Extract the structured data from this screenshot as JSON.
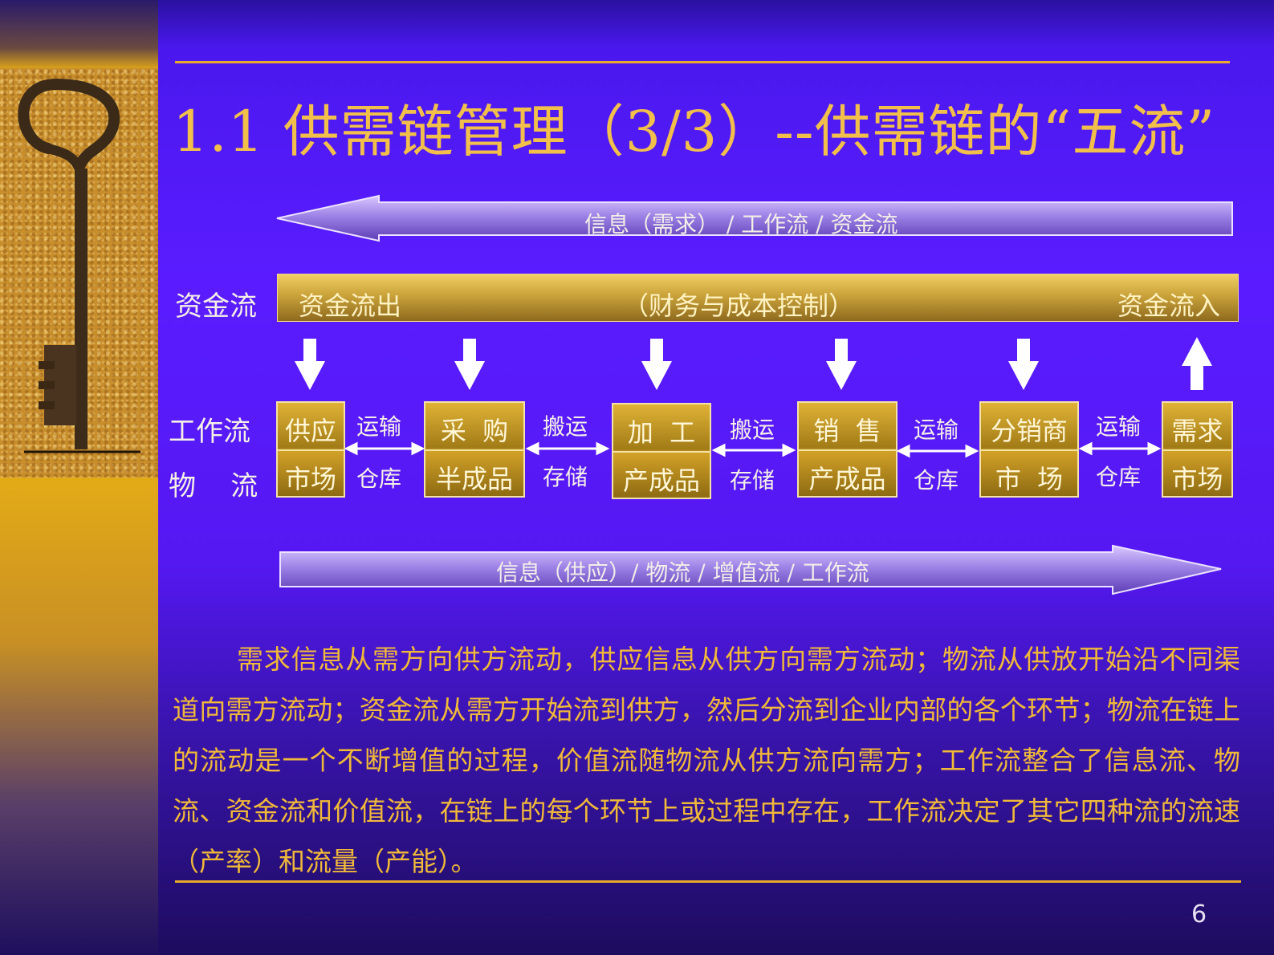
{
  "title": "1.1  供需链管理（3/3）--供需链的“五流”",
  "top_flow": "信息（需求） / 工作流   /   资金流",
  "bottom_flow": "信息（供应）/ 物流  / 增值流  / 工作流",
  "finance_band": {
    "row_label": "资金流",
    "left": "资金流出",
    "center": "（财务与成本控制）",
    "right": "资金流入"
  },
  "row_labels": {
    "work": "工作流",
    "logistics": "物    流"
  },
  "boxes": [
    {
      "top": "供应",
      "bottom": "市场"
    },
    {
      "top": "采  购",
      "bottom": "半成品"
    },
    {
      "top": "加  工",
      "bottom": "产成品"
    },
    {
      "top": "销  售",
      "bottom": "产成品"
    },
    {
      "top": "分销商",
      "bottom": "市  场"
    },
    {
      "top": "需求",
      "bottom": "市场"
    }
  ],
  "connectors": [
    {
      "top": "运输",
      "bottom": "仓库"
    },
    {
      "top": "搬运",
      "bottom": "存储"
    },
    {
      "top": "搬运",
      "bottom": "存储"
    },
    {
      "top": "运输",
      "bottom": "仓库"
    },
    {
      "top": "运输",
      "bottom": "仓库"
    }
  ],
  "paragraph": "需求信息从需方向供方流动，供应信息从供方向需方流动；物流从供放开始沿不同渠道向需方流动；资金流从需方开始流到供方，然后分流到企业内部的各个环节；物流在链上的流动是一个不断增值的过程，价值流随物流从供方流向需方；工作流整合了信息流、物流、资金流和价值流，在链上的每个环节上或过程中存在，工作流决定了其它四种流的流速（产率）和流量（产能）。",
  "page_number": "6",
  "colors": {
    "accent": "#f2c04a",
    "background": "#5a1cff",
    "box_gold": "#d2a127"
  }
}
